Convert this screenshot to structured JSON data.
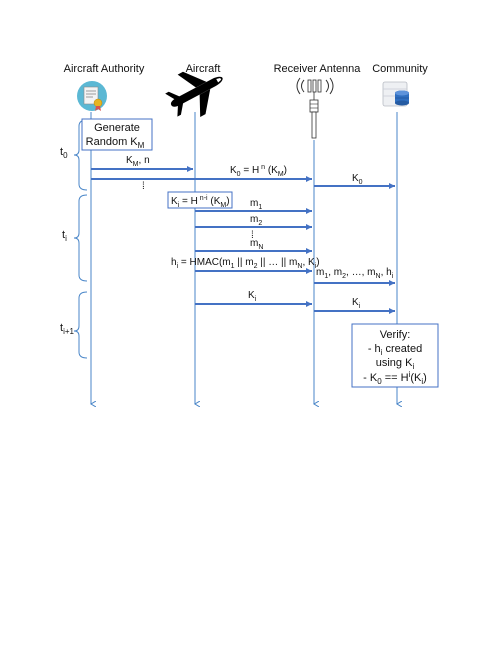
{
  "entities": {
    "authority": "Aircraft Authority",
    "aircraft": "Aircraft",
    "antenna": "Receiver Antenna",
    "community": "Community"
  },
  "icons": {
    "authority": "certificate-badge-icon",
    "aircraft": "airplane-icon",
    "antenna": "radio-antenna-icon",
    "community": "database-server-icon"
  },
  "colors": {
    "lifeline": "#4a86c8",
    "arrow": "#4472c4",
    "box_border": "#4472c4",
    "badge_bg": "#5bb8d4"
  },
  "time_labels": {
    "t0": {
      "base": "t",
      "sub": "0"
    },
    "ti": {
      "base": "t",
      "sub": "i"
    },
    "ti1": {
      "base": "t",
      "sub": "i+1"
    }
  },
  "generate_box": {
    "line1": "Generate",
    "line2_base": "Random K",
    "line2_sub": "M"
  },
  "messages": {
    "km_n": {
      "base": "K",
      "sub": "M",
      "rest": ", n"
    },
    "k0_hash": {
      "a": "K",
      "a_sub": "0",
      "b": " = H",
      "b_sup": " n",
      "c": " (K",
      "c_sub": "M",
      "d": ")"
    },
    "k0": {
      "base": "K",
      "sub": "0"
    },
    "ki_box": {
      "a": "K",
      "a_sub": "i",
      "b": " = H",
      "b_sup": " n-i",
      "c": " (K",
      "c_sub": "M",
      "d": ")"
    },
    "m1": {
      "base": "m",
      "sub": "1"
    },
    "m2": {
      "base": "m",
      "sub": "2"
    },
    "mn": {
      "base": "m",
      "sub": "N"
    },
    "hmac": {
      "p1": "h",
      "p1_sub": "i",
      "p2": " = HMAC(m",
      "p2_sub": "1",
      "p3": " || m",
      "p3_sub": "2",
      "p4": " || … || m",
      "p4_sub": "N",
      "p5": ", K",
      "p5_sub": "i",
      "p6": ")"
    },
    "relay": {
      "p1": "m",
      "p1_sub": "1",
      "p2": ", m",
      "p2_sub": "2",
      "p3": ", …, m",
      "p3_sub": "N",
      "p4": ", h",
      "p4_sub": "i"
    },
    "ki1": {
      "base": "K",
      "sub": "i"
    },
    "ki2": {
      "base": "K",
      "sub": "i"
    },
    "dots_small": "⁞",
    "dots_m": "⁞"
  },
  "verify_box": {
    "title": "Verify:",
    "l2_a": "- h",
    "l2_sub": "i",
    "l2_b": " created",
    "l3_a": "using K",
    "l3_sub": "i",
    "l4_a": "- K",
    "l4_sub": "0",
    "l4_b": " == H",
    "l4_sup": "i",
    "l4_c": "(K",
    "l4_sub2": "i",
    "l4_d": ")"
  }
}
